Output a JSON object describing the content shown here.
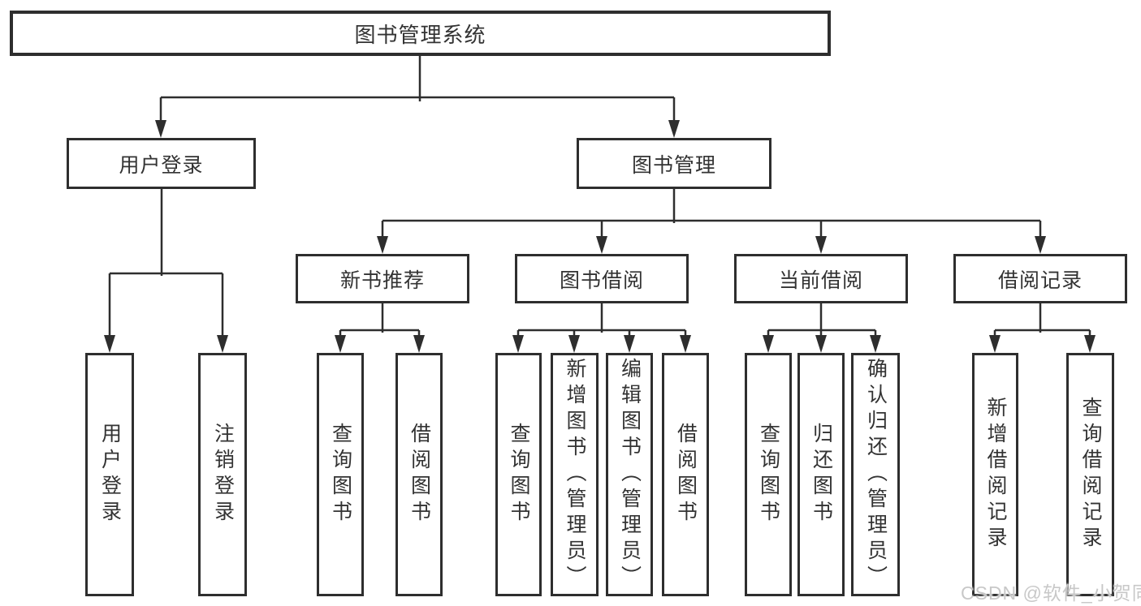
{
  "nodes": {
    "root": "图书管理系统",
    "user_login": "用户登录",
    "book_mgmt": "图书管理",
    "new_books": "新书推荐",
    "borrowing": "图书借阅",
    "current": "当前借阅",
    "records": "借阅记录"
  },
  "leaves": {
    "user_login": [
      "用户登录",
      "注销登录"
    ],
    "new_books": [
      "查询图书",
      "借阅图书"
    ],
    "borrowing": [
      "查询图书",
      "新增图书（管理员）",
      "编辑图书（管理员）",
      "借阅图书"
    ],
    "current": [
      "查询图书",
      "归还图书",
      "确认归还（管理员）"
    ],
    "records": [
      "新增借阅记录",
      "查询借阅记录"
    ]
  },
  "watermark": "CSDN @软件_小贺同学",
  "colors": {
    "line": "#2e2e2e",
    "text": "#333333",
    "watermark": "#c8c8c8",
    "background": "#ffffff"
  }
}
